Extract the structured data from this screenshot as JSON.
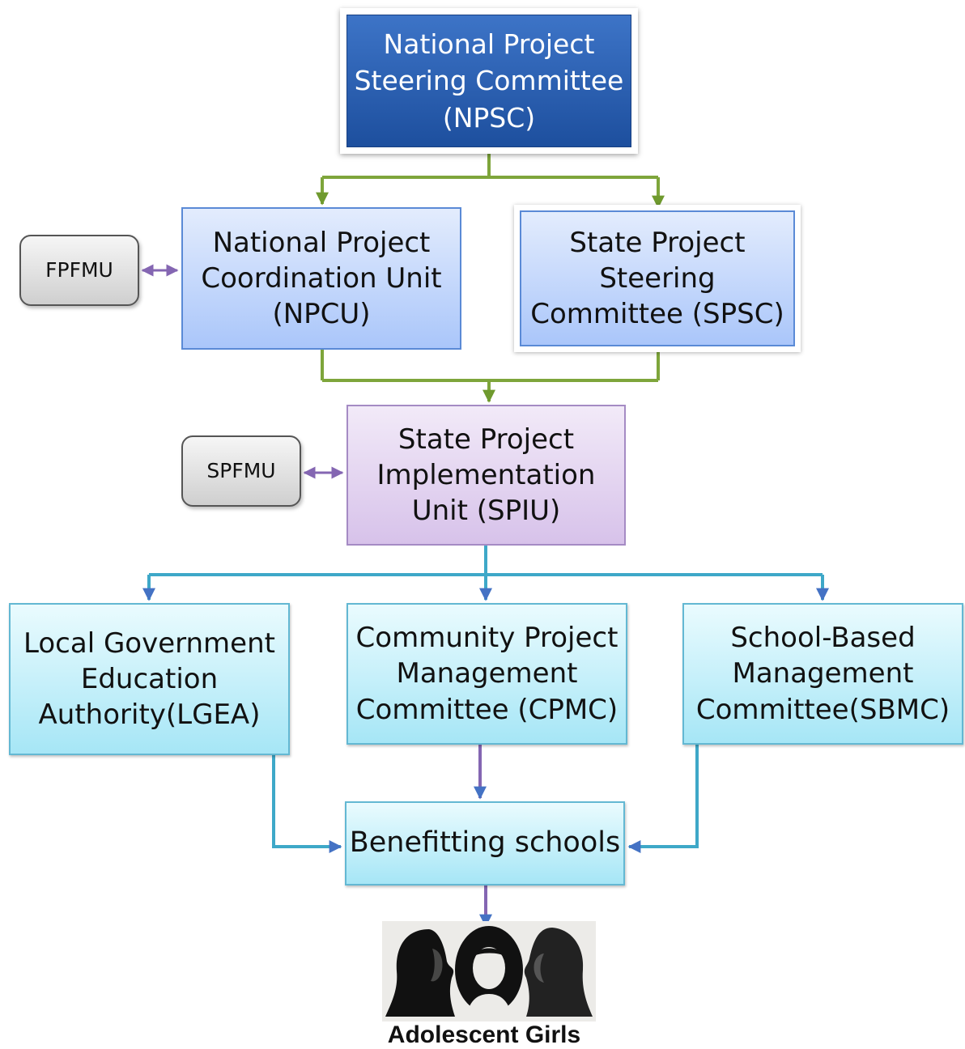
{
  "nodes": {
    "npsc": "National Project\nSteering Committee\n(NPSC)",
    "npcu": "National Project\nCoordination Unit\n(NPCU)",
    "spsc": "State Project\nSteering\nCommittee (SPSC)",
    "fpfmu": "FPFMU",
    "spfmu": "SPFMU",
    "spiu": "State Project\nImplementation\nUnit (SPIU)",
    "lgea": "Local Government\nEducation\nAuthority(LGEA)",
    "cpmc": "Community Project\nManagement\nCommittee (CPMC)",
    "sbmc": "School-Based\nManagement\nCommittee(SBMC)",
    "schools": "Benefitting schools",
    "girls": "Adolescent Girls"
  },
  "colors": {
    "green_connector": "#7ea53b",
    "teal_connector": "#3ea8c8",
    "purple_connector": "#8466b2",
    "blue_arrowhead": "#4472c4"
  }
}
